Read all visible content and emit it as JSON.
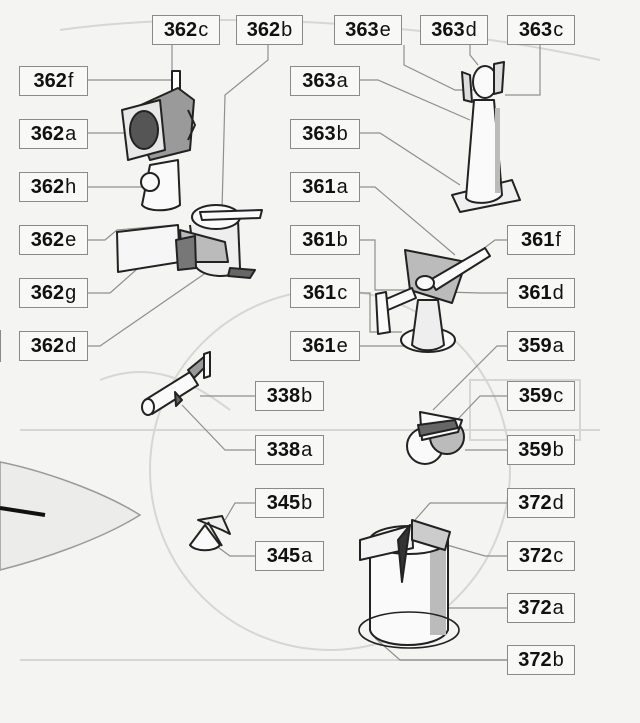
{
  "colors": {
    "background": "#f4f4f2",
    "label_border": "#8a8a8a",
    "leader_line": "#8f8f8f",
    "stroke": "#222222"
  },
  "labels": [
    {
      "id": "l362c",
      "num": "362",
      "suf": "c"
    },
    {
      "id": "l362b",
      "num": "362",
      "suf": "b"
    },
    {
      "id": "l363e",
      "num": "363",
      "suf": "e"
    },
    {
      "id": "l363d",
      "num": "363",
      "suf": "d"
    },
    {
      "id": "l363c",
      "num": "363",
      "suf": "c"
    },
    {
      "id": "l362f",
      "num": "362",
      "suf": "f"
    },
    {
      "id": "l363a",
      "num": "363",
      "suf": "a"
    },
    {
      "id": "l362a",
      "num": "362",
      "suf": "a"
    },
    {
      "id": "l363b",
      "num": "363",
      "suf": "b"
    },
    {
      "id": "l362h",
      "num": "362",
      "suf": "h"
    },
    {
      "id": "l361a",
      "num": "361",
      "suf": "a"
    },
    {
      "id": "l362e",
      "num": "362",
      "suf": "e"
    },
    {
      "id": "l361b",
      "num": "361",
      "suf": "b"
    },
    {
      "id": "l361f",
      "num": "361",
      "suf": "f"
    },
    {
      "id": "l362g",
      "num": "362",
      "suf": "g"
    },
    {
      "id": "l361c",
      "num": "361",
      "suf": "c"
    },
    {
      "id": "l361d",
      "num": "361",
      "suf": "d"
    },
    {
      "id": "l362d",
      "num": "362",
      "suf": "d"
    },
    {
      "id": "l361e",
      "num": "361",
      "suf": "e"
    },
    {
      "id": "l359a",
      "num": "359",
      "suf": "a"
    },
    {
      "id": "l338b",
      "num": "338",
      "suf": "b"
    },
    {
      "id": "l359c",
      "num": "359",
      "suf": "c"
    },
    {
      "id": "l338a",
      "num": "338",
      "suf": "a"
    },
    {
      "id": "l359b",
      "num": "359",
      "suf": "b"
    },
    {
      "id": "l345b",
      "num": "345",
      "suf": "b"
    },
    {
      "id": "l372d",
      "num": "372",
      "suf": "d"
    },
    {
      "id": "l345a",
      "num": "345",
      "suf": "a"
    },
    {
      "id": "l372c",
      "num": "372",
      "suf": "c"
    },
    {
      "id": "l372a",
      "num": "372",
      "suf": "a"
    },
    {
      "id": "l372b",
      "num": "372",
      "suf": "b"
    }
  ]
}
